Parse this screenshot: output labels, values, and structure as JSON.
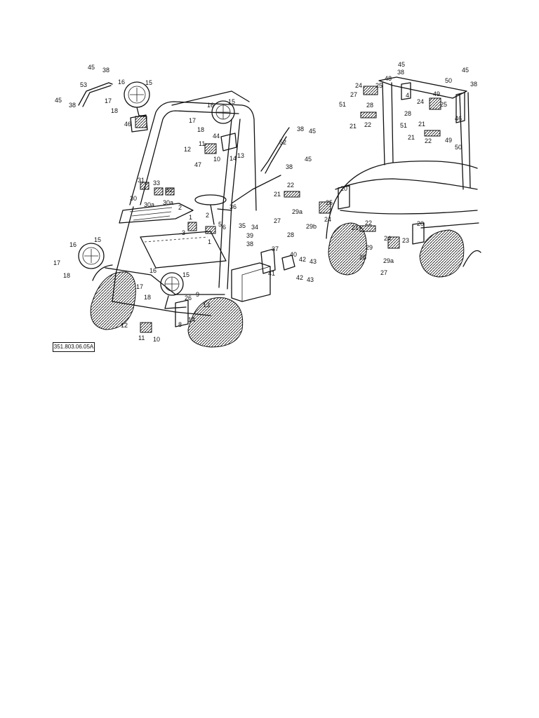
{
  "drawing_reference": "351.803.06.05A",
  "callouts": [
    "45",
    "38",
    "53",
    "45",
    "38",
    "16",
    "15",
    "17",
    "18",
    "46",
    "16",
    "15",
    "17",
    "18",
    "44",
    "38",
    "45",
    "52",
    "38",
    "45",
    "11",
    "12",
    "10",
    "47",
    "14",
    "13",
    "31",
    "33",
    "30",
    "32",
    "30a",
    "30a",
    "2",
    "1",
    "3",
    "2",
    "5",
    "1",
    "6",
    "36",
    "35",
    "34",
    "39",
    "38",
    "16",
    "15",
    "17",
    "18",
    "16",
    "15",
    "17",
    "18",
    "9",
    "26",
    "13",
    "14",
    "8",
    "12",
    "11",
    "10",
    "37",
    "40",
    "41",
    "42",
    "43",
    "42",
    "43",
    "45",
    "38",
    "45",
    "50",
    "38",
    "48",
    "24",
    "25",
    "27",
    "4",
    "28",
    "51",
    "21",
    "22",
    "49",
    "24",
    "25",
    "46",
    "28",
    "51",
    "21",
    "21",
    "22",
    "49",
    "50",
    "22",
    "21",
    "20",
    "25",
    "29a",
    "27",
    "28",
    "29b",
    "24",
    "21",
    "22",
    "20",
    "24",
    "23",
    "29",
    "28",
    "29a",
    "27"
  ]
}
